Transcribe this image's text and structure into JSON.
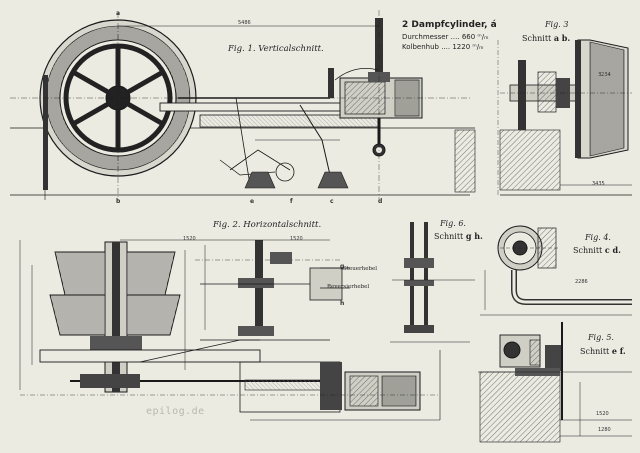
{
  "specs": {
    "title": "2 Dampfcylinder, á",
    "line1_label": "Durchmesser",
    "line1_value": "660 ᵐ/ₘ",
    "line2_label": "Kolbenhub",
    "line2_value": "1220 ᵐ/ₘ"
  },
  "figures": {
    "fig1": "Fig. 1. Verticalschnitt.",
    "fig2": "Fig. 2. Horizontalschnitt.",
    "fig3_title": "Fig. 3",
    "fig3_sub": "Schnitt",
    "fig3_ref": "a b.",
    "fig4_title": "Fig. 4.",
    "fig4_sub": "Schnitt",
    "fig4_ref": "c d.",
    "fig5_title": "Fig. 5.",
    "fig5_sub": "Schnitt",
    "fig5_ref": "e f.",
    "fig6_title": "Fig. 6.",
    "fig6_sub": "Schnitt",
    "fig6_ref": "g h."
  },
  "labels": {
    "lever1": "Steuerhebel",
    "lever2": "Reversierhebel"
  },
  "dimensions": {
    "d_5486": "5486",
    "d_1520": "1520",
    "d_1520b": "1520",
    "d_3435": "3435",
    "d_3234": "3234",
    "d_1520c": "1520",
    "d_2286": "2286",
    "d_1280": "1280"
  },
  "markers": {
    "a": "a",
    "b": "b",
    "c": "c",
    "d": "d",
    "e": "e",
    "f": "f",
    "g": "g",
    "h": "h"
  },
  "watermark": "epilog.de",
  "colors": {
    "ink": "#1a1a1a",
    "paper": "#ecebe2",
    "hatch": "#777",
    "fill": "#cfcfc6"
  }
}
